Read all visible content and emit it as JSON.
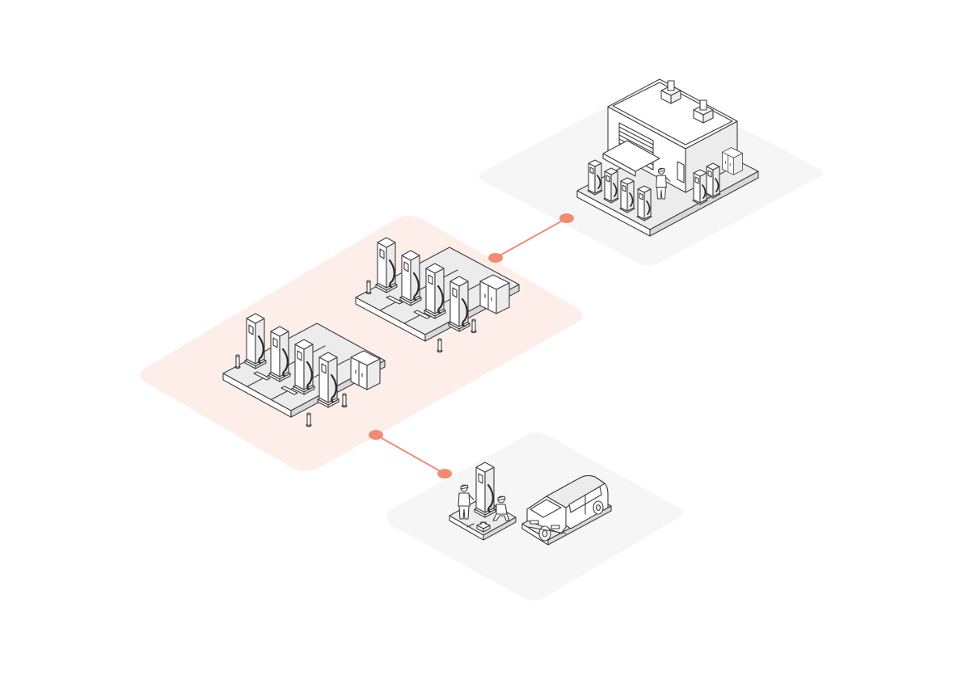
{
  "colors": {
    "page_background": "#ffffff",
    "zone_neutral": "#f6f6f6",
    "zone_highlight": "#fdeee9",
    "connector": "#f28b74",
    "line_art": "#3c3c3c",
    "surface": "#ececec"
  },
  "zones": [
    {
      "id": "depot",
      "highlighted": false
    },
    {
      "id": "charging-hubs",
      "highlighted": true
    },
    {
      "id": "field-service",
      "highlighted": false
    }
  ],
  "connectors": [
    {
      "from": "charging-hubs",
      "to": "depot"
    },
    {
      "from": "charging-hubs",
      "to": "field-service"
    }
  ],
  "icons": {
    "building": "warehouse-building-icon",
    "charger": "ev-charger-icon",
    "cabinet": "transformer-cabinet-icon",
    "van": "service-van-icon",
    "technician": "technician-icon",
    "toolbox": "toolbox-icon"
  }
}
